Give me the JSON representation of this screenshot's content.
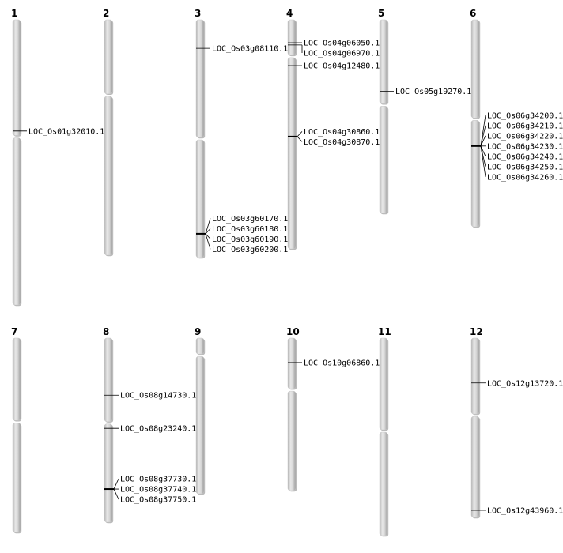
{
  "chromosomes": [
    {
      "number": "1",
      "arm_split_fraction": 0.41,
      "genes": [
        {
          "id": "LOC_Os01g32010.1",
          "pos": 0.39
        }
      ]
    },
    {
      "number": "2",
      "arm_split_fraction": 0.32,
      "genes": []
    },
    {
      "number": "3",
      "arm_split_fraction": 0.5,
      "genes": [
        {
          "id": "LOC_Os03g08110.1",
          "pos": 0.12
        },
        {
          "id": "LOC_Os03g60170.1",
          "pos": 0.9
        },
        {
          "id": "LOC_Os03g60180.1",
          "pos": 0.9
        },
        {
          "id": "LOC_Os03g60190.1",
          "pos": 0.9
        },
        {
          "id": "LOC_Os03g60200.1",
          "pos": 0.9
        }
      ]
    },
    {
      "number": "4",
      "arm_split_fraction": 0.16,
      "genes": [
        {
          "id": "LOC_Os04g06050.1",
          "pos": 0.1
        },
        {
          "id": "LOC_Os04g06970.1",
          "pos": 0.11
        },
        {
          "id": "LOC_Os04g12480.1",
          "pos": 0.2
        },
        {
          "id": "LOC_Os04g30860.1",
          "pos": 0.51
        },
        {
          "id": "LOC_Os04g30870.1",
          "pos": 0.51
        }
      ]
    },
    {
      "number": "5",
      "arm_split_fraction": 0.44,
      "genes": [
        {
          "id": "LOC_Os05g19270.1",
          "pos": 0.37
        }
      ]
    },
    {
      "number": "6",
      "arm_split_fraction": 0.48,
      "genes": [
        {
          "id": "LOC_Os06g34200.1",
          "pos": 0.61
        },
        {
          "id": "LOC_Os06g34210.1",
          "pos": 0.61
        },
        {
          "id": "LOC_Os06g34220.1",
          "pos": 0.61
        },
        {
          "id": "LOC_Os06g34230.1",
          "pos": 0.61
        },
        {
          "id": "LOC_Os06g34240.1",
          "pos": 0.61
        },
        {
          "id": "LOC_Os06g34250.1",
          "pos": 0.61
        },
        {
          "id": "LOC_Os06g34260.1",
          "pos": 0.61
        }
      ]
    },
    {
      "number": "7",
      "arm_split_fraction": 0.43,
      "genes": []
    },
    {
      "number": "8",
      "arm_split_fraction": 0.46,
      "genes": [
        {
          "id": "LOC_Os08g14730.1",
          "pos": 0.31
        },
        {
          "id": "LOC_Os08g23240.1",
          "pos": 0.49
        },
        {
          "id": "LOC_Os08g37730.1",
          "pos": 0.82
        },
        {
          "id": "LOC_Os08g37740.1",
          "pos": 0.82
        },
        {
          "id": "LOC_Os08g37750.1",
          "pos": 0.82
        }
      ]
    },
    {
      "number": "9",
      "arm_split_fraction": 0.11,
      "genes": []
    },
    {
      "number": "10",
      "arm_split_fraction": 0.34,
      "genes": [
        {
          "id": "LOC_Os10g06860.1",
          "pos": 0.16
        }
      ]
    },
    {
      "number": "11",
      "arm_split_fraction": 0.47,
      "genes": []
    },
    {
      "number": "12",
      "arm_split_fraction": 0.43,
      "genes": [
        {
          "id": "LOC_Os12g13720.1",
          "pos": 0.25
        },
        {
          "id": "LOC_Os12g43960.1",
          "pos": 0.96
        }
      ]
    }
  ]
}
